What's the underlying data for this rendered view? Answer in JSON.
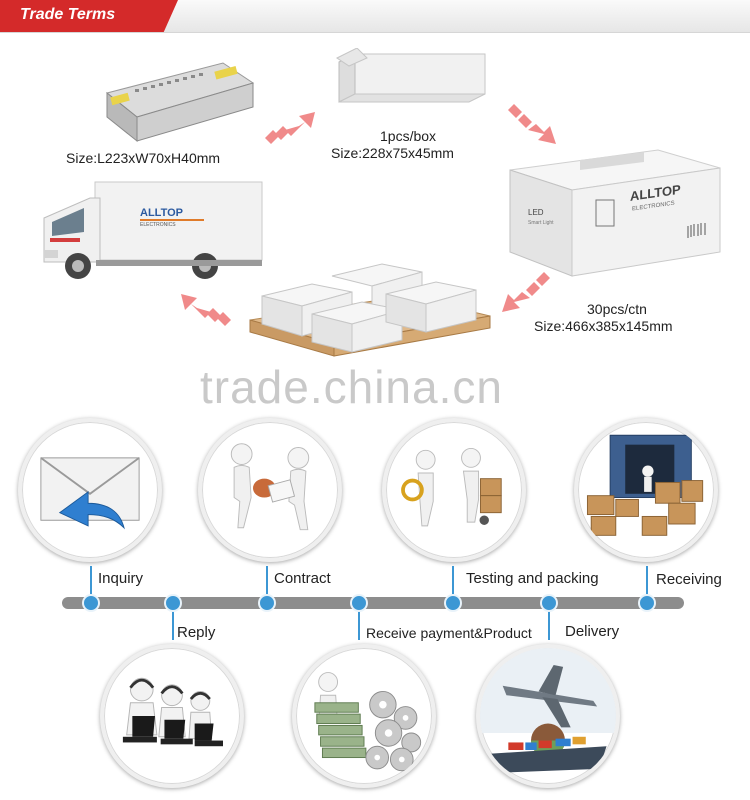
{
  "header": {
    "title": "Trade Terms"
  },
  "packaging": {
    "product_size": "Size:L223xW70xH40mm",
    "box_qty": "1pcs/box",
    "box_size": "Size:228x75x45mm",
    "carton_qty": "30pcs/ctn",
    "carton_size": "Size:466x385x145mm",
    "brand": "ALLTOP",
    "brand_sub": "ELECTRONICS",
    "carton_label": "LED",
    "carton_sublabel": "Smart Light"
  },
  "watermark": "trade.china.cn",
  "process": {
    "steps": [
      {
        "label": "Inquiry",
        "icon": "envelope-icon"
      },
      {
        "label": "Reply",
        "icon": "call-center-icon"
      },
      {
        "label": "Contract",
        "icon": "handshake-icon"
      },
      {
        "label": "Receive payment&Product",
        "icon": "money-gears-icon"
      },
      {
        "label": "Testing and packing",
        "icon": "magnifier-cart-icon"
      },
      {
        "label": "Delivery",
        "icon": "airplane-ship-icon"
      },
      {
        "label": "Receiving",
        "icon": "container-boxes-icon"
      }
    ]
  },
  "colors": {
    "accent_red": "#d42a2a",
    "node_blue": "#3c97d4",
    "arrow_pink": "#f08a8a",
    "bar_gray": "#8d8d8d"
  }
}
